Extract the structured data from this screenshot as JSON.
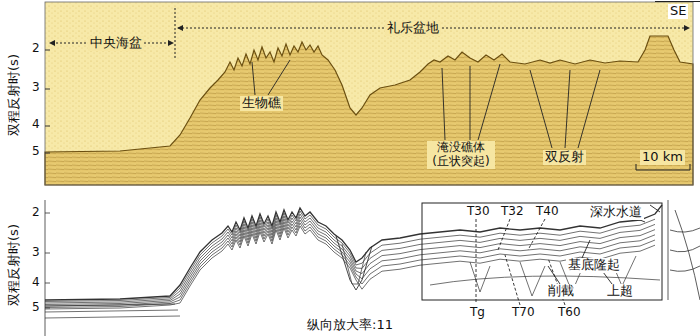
{
  "diagram": {
    "labels": [
      "中央海盆",
      "礼乐盆地",
      "SE",
      "双程反射时(s)",
      "2",
      "3",
      "4",
      "5",
      "生物礁",
      "淹没礁体 (丘状突起)",
      "双反射",
      "10 km",
      "2",
      "3",
      "4",
      "5",
      "双程反射时(s)",
      "T30",
      "T32",
      "T40",
      "深水水道",
      "基底隆起",
      "Tg",
      "T70",
      "T60",
      "削截",
      "上超",
      "纵向放大率:11"
    ]
  }
}
